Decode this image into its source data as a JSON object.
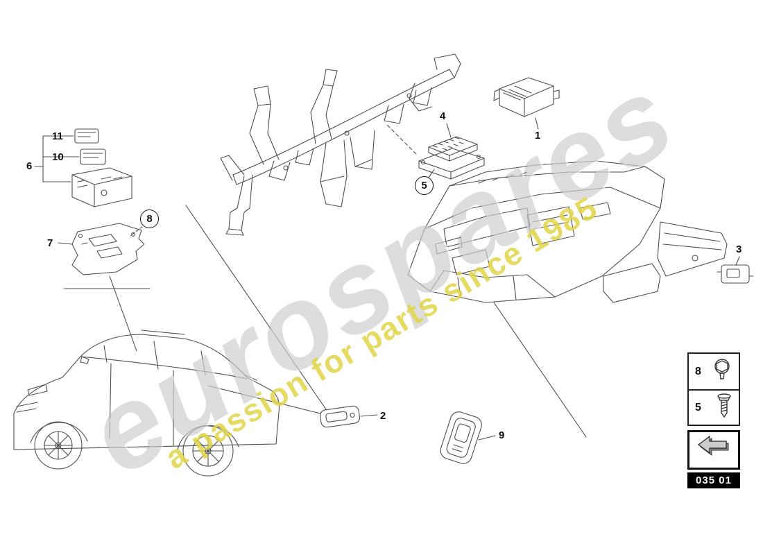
{
  "diagram_code": "035 01",
  "watermark": {
    "brand": "eurospares",
    "tagline": "a passion for parts since 1985"
  },
  "callouts": [
    "1",
    "2",
    "3",
    "4",
    "5",
    "6",
    "7",
    "8",
    "9",
    "10",
    "11"
  ],
  "legend": {
    "rows": [
      {
        "num": "8",
        "icon": "hex-nut-icon"
      },
      {
        "num": "5",
        "icon": "tapping-screw-icon"
      }
    ]
  },
  "reference": {
    "arrow_icon": "direction-arrow-icon"
  },
  "colors": {
    "line": "#4d4d4d",
    "watermark_gray": "#969696",
    "watermark_yellow": "#e0d546",
    "code_bg": "#000000",
    "code_text": "#ffffff"
  }
}
